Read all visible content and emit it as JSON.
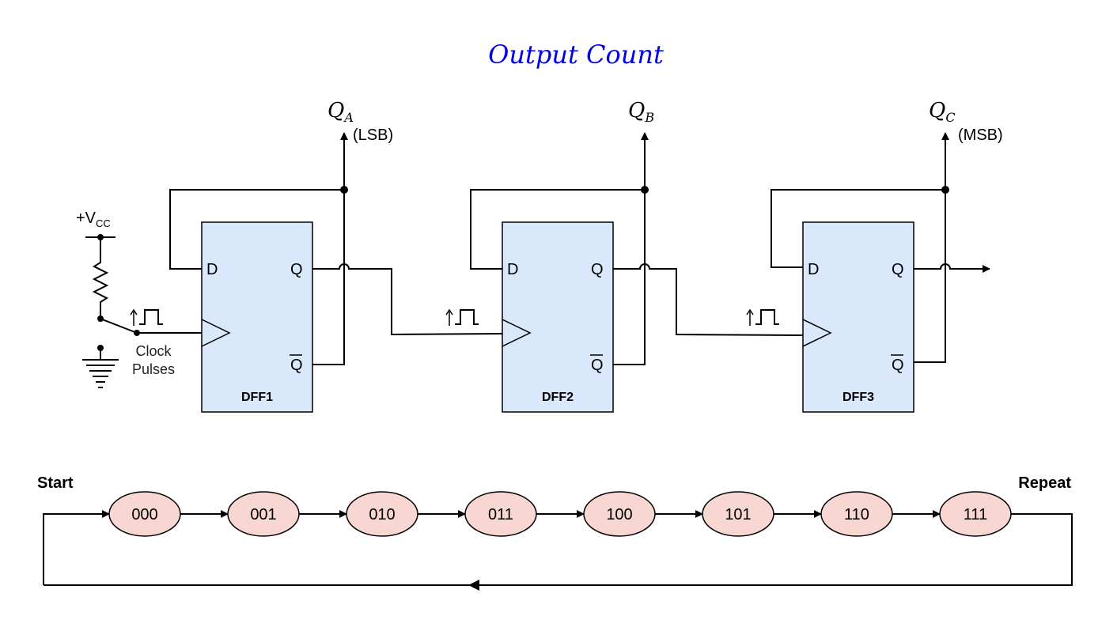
{
  "title": "Output Count",
  "outputs": [
    {
      "symbol": "Q",
      "sub": "A",
      "note": "(LSB)"
    },
    {
      "symbol": "Q",
      "sub": "B",
      "note": ""
    },
    {
      "symbol": "Q",
      "sub": "C",
      "note": "(MSB)"
    }
  ],
  "supply": {
    "symbol": "+V",
    "sub": "CC"
  },
  "clock_label": [
    "Clock",
    "Pulses"
  ],
  "flipflops": [
    {
      "name": "DFF1",
      "d": "D",
      "q": "Q",
      "qbar": "Q"
    },
    {
      "name": "DFF2",
      "d": "D",
      "q": "Q",
      "qbar": "Q"
    },
    {
      "name": "DFF3",
      "d": "D",
      "q": "Q",
      "qbar": "Q"
    }
  ],
  "sequence": {
    "start_label": "Start",
    "repeat_label": "Repeat",
    "states": [
      "000",
      "001",
      "010",
      "011",
      "100",
      "101",
      "110",
      "111"
    ]
  }
}
